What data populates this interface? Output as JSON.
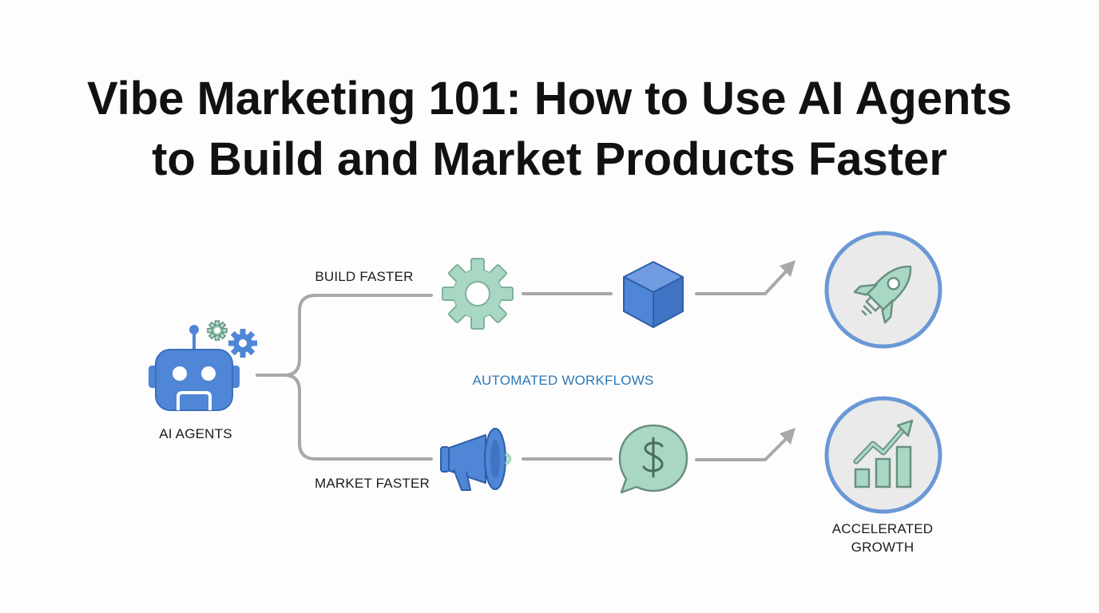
{
  "title": {
    "line1": "Vibe Marketing 101: How to Use AI Agents",
    "line2": "to Build and Market Products Faster"
  },
  "labels": {
    "ai_agents": "AI AGENTS",
    "build_faster": "BUILD FASTER",
    "market_faster": "MARKET FASTER",
    "automated_workflows": "AUTOMATED WORKFLOWS",
    "accelerated_growth_line1": "ACCELERATED",
    "accelerated_growth_line2": "GROWTH"
  },
  "icons": {
    "agent": "robot-icon",
    "agent_gears": "gears-icon",
    "build_step1": "gear-icon",
    "build_step2": "cube-icon",
    "build_result": "rocket-icon",
    "market_step1": "megaphone-icon",
    "market_step2": "dollar-chat-icon",
    "market_result": "growth-chart-icon"
  },
  "colors": {
    "blue": "#4f86d6",
    "green": "#a8d8c4",
    "connector": "#a8a8a8",
    "ring": "#6a98d6",
    "circle_fill": "#eaeaea",
    "accent_text": "#2e79b8"
  }
}
